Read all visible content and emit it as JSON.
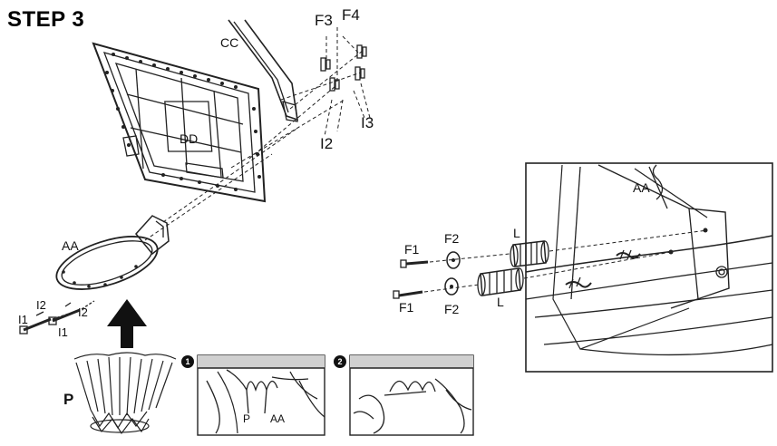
{
  "title": "STEP 3",
  "labels": {
    "cc": "CC",
    "f3": "F3",
    "f4": "F4",
    "dd": "DD",
    "i2_top": "I2",
    "i3_top": "I3",
    "aa_rim": "AA",
    "i2_a": "I2",
    "i2_b": "I2",
    "i1_a": "I1",
    "i1_b": "I1",
    "p_net": "P",
    "aa_detail": "AA",
    "f1_top": "F1",
    "f2_top": "F2",
    "l_top": "L",
    "f1_bottom": "F1",
    "f2_bottom": "F2",
    "l_bottom": "L",
    "p_inset": "P",
    "aa_inset": "AA"
  },
  "insets": {
    "step1": "1",
    "step2": "2"
  }
}
